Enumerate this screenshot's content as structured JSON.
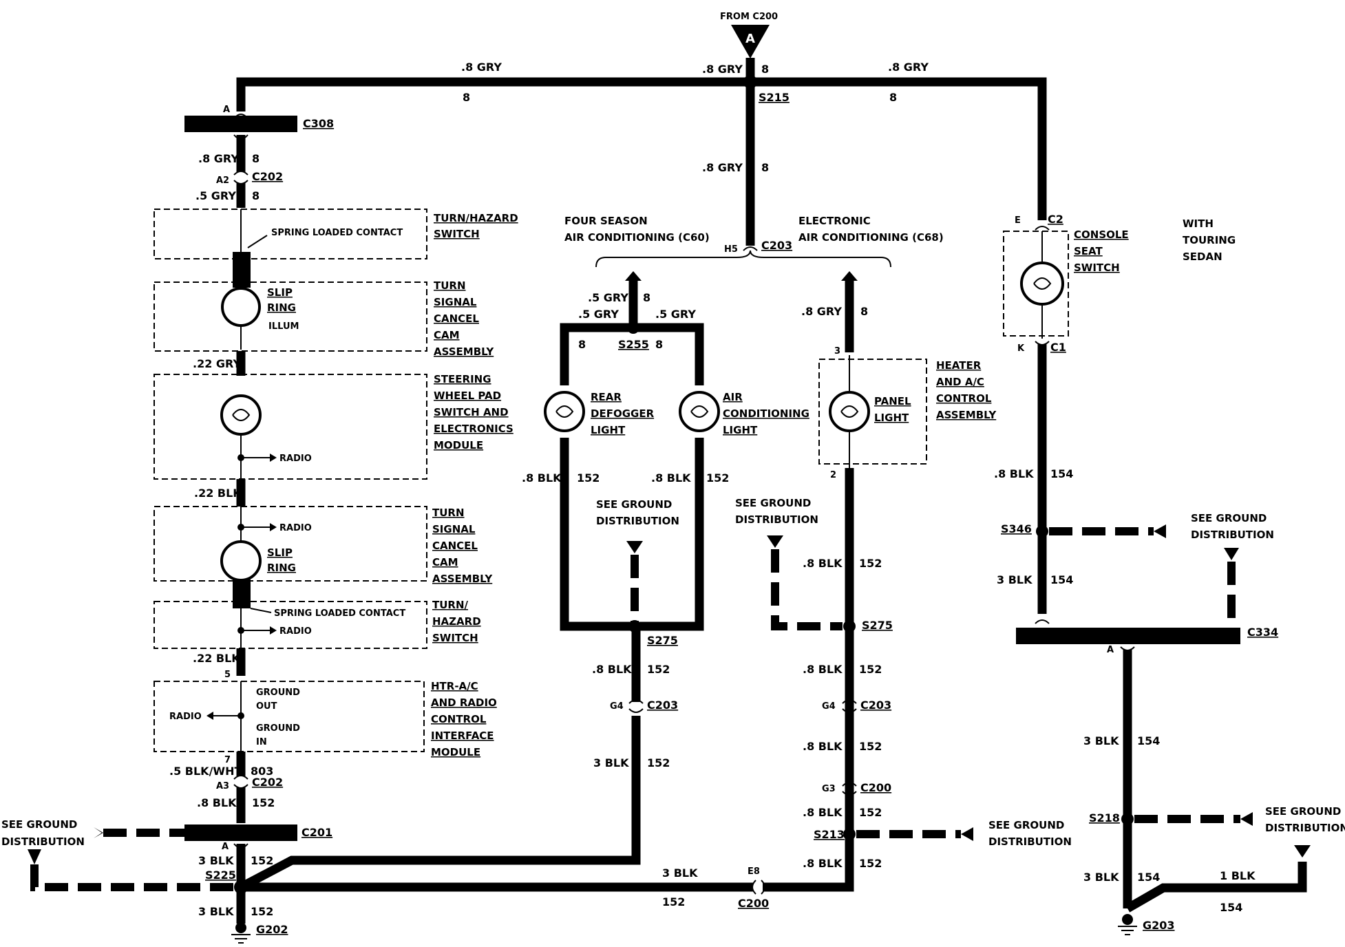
{
  "source": {
    "from": "FROM C200",
    "letter": "A"
  },
  "wires": {
    "gry_8": ".8 GRY",
    "gry_5": ".5 GRY",
    "gry_22": ".22 GRY",
    "blk_22": ".22 BLK",
    "blk_8": ".8 BLK",
    "blk_3": "3 BLK",
    "blk_1": "1 BLK",
    "blk_wht_5": ".5 BLK/WHT",
    "c8": "8",
    "c152": "152",
    "c154": "154",
    "c803": "803"
  },
  "connectors": {
    "c308": "C308",
    "c202": "C202",
    "c203": "C203",
    "c201": "C201",
    "c200": "C200",
    "c334": "C334",
    "c2": "C2",
    "c1": "C1"
  },
  "splices": {
    "s215": "S215",
    "s255": "S255",
    "s275a": "S275",
    "s275b": "S275",
    "s225": "S225",
    "s213": "S213",
    "s346": "S346",
    "s218": "S218"
  },
  "grounds": {
    "g202": "G202",
    "g203": "G203"
  },
  "pins": {
    "a": "A",
    "a2": "A2",
    "a3": "A3",
    "h5": "H5",
    "g4": "G4",
    "g3": "G3",
    "e8": "E8",
    "e": "E",
    "k": "K",
    "p3": "3",
    "p2": "2",
    "p5": "5",
    "p7": "7"
  },
  "components": {
    "turn_hazard_top": [
      "TURN/HAZARD",
      "SWITCH"
    ],
    "spring_contact": "SPRING LOADED CONTACT",
    "slip_ring_top": [
      "SLIP",
      "RING"
    ],
    "illum": "ILLUM",
    "tscca_top": [
      "TURN",
      "SIGNAL",
      "CANCEL",
      "CAM",
      "ASSEMBLY"
    ],
    "steering_pad": [
      "STEERING",
      "WHEEL PAD",
      "SWITCH AND",
      "ELECTRONICS",
      "MODULE"
    ],
    "radio": "RADIO",
    "tscca_bottom": [
      "TURN",
      "SIGNAL",
      "CANCEL",
      "CAM",
      "ASSEMBLY"
    ],
    "slip_ring_bottom": [
      "SLIP",
      "RING"
    ],
    "turn_hazard_bottom": [
      "TURN/",
      "HAZARD",
      "SWITCH"
    ],
    "htr_module": [
      "HTR-A/C",
      "AND RADIO",
      "CONTROL",
      "INTERFACE",
      "MODULE"
    ],
    "ground_out": [
      "GROUND",
      "OUT"
    ],
    "ground_in": [
      "GROUND",
      "IN"
    ],
    "four_season": [
      "FOUR SEASON",
      "AIR CONDITIONING (C60)"
    ],
    "electronic_ac": [
      "ELECTRONIC",
      "AIR CONDITIONING (C68)"
    ],
    "rear_defogger": [
      "REAR",
      "DEFOGGER",
      "LIGHT"
    ],
    "air_cond_light": [
      "AIR",
      "CONDITIONING",
      "LIGHT"
    ],
    "panel_light": [
      "PANEL",
      "LIGHT"
    ],
    "heater_ac": [
      "HEATER",
      "AND A/C",
      "CONTROL",
      "ASSEMBLY"
    ],
    "console_seat": [
      "CONSOLE",
      "SEAT",
      "SWITCH"
    ],
    "touring": [
      "WITH",
      "TOURING",
      "SEDAN"
    ],
    "see_ground": [
      "SEE GROUND",
      "DISTRIBUTION"
    ]
  }
}
